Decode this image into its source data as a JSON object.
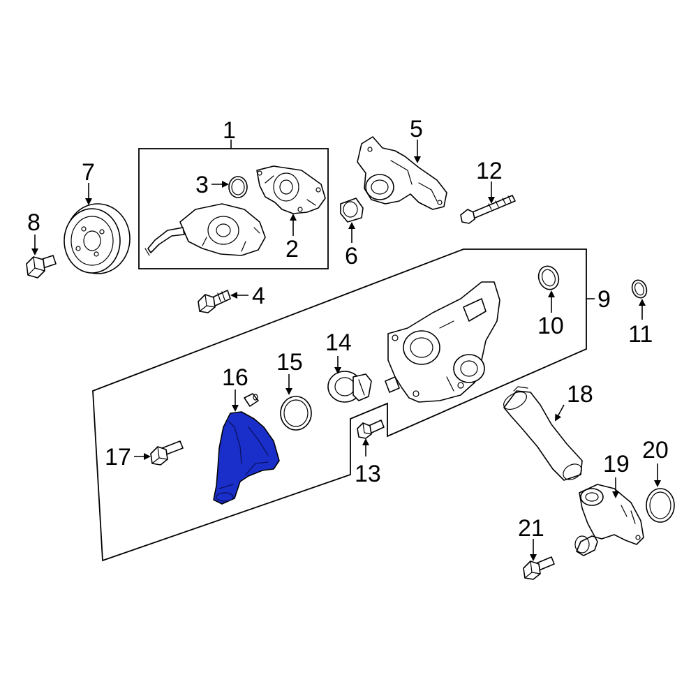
{
  "callouts": {
    "c1": "1",
    "c2": "2",
    "c3": "3",
    "c4": "4",
    "c5": "5",
    "c6": "6",
    "c7": "7",
    "c8": "8",
    "c9": "9",
    "c10": "10",
    "c11": "11",
    "c12": "12",
    "c13": "13",
    "c14": "14",
    "c15": "15",
    "c16": "16",
    "c17": "17",
    "c18": "18",
    "c19": "19",
    "c20": "20",
    "c21": "21"
  },
  "highlight": {
    "part": "16",
    "color": "#1a2fc9"
  }
}
